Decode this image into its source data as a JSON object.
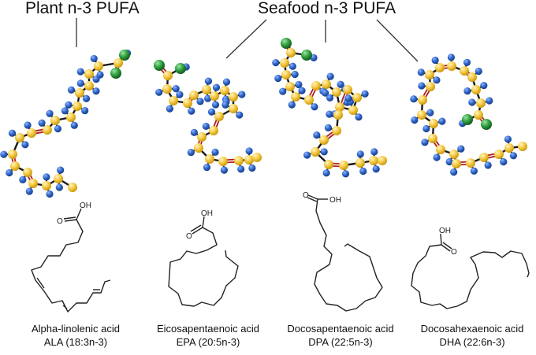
{
  "titles": {
    "plant": "Plant n-3 PUFA",
    "seafood": "Seafood n-3 PUFA"
  },
  "colors": {
    "carbon": "#f5c842",
    "hydrogen": "#2f66c8",
    "oxygen": "#2e9e3c",
    "single_bond": "#1a1a1a",
    "double_bond": "#b01c1c",
    "skeletal_line": "#222222"
  },
  "acids": [
    {
      "id": "ala",
      "name": "Alpha-linolenic acid",
      "label": "ALA (18:3n-3)",
      "group": "plant",
      "oh": "OH",
      "o": "O"
    },
    {
      "id": "epa",
      "name": "Eicosapentaenoic acid",
      "label": "EPA (20:5n-3)",
      "group": "seafood",
      "oh": "OH",
      "o": "O"
    },
    {
      "id": "dpa",
      "name": "Docosapentaenoic acid",
      "label": "DPA (22:5n-3)",
      "group": "seafood",
      "oh": "OH",
      "o": "O"
    },
    {
      "id": "dha",
      "name": "Docosahexaenoic acid",
      "label": "DHA (22:6n-3)",
      "group": "seafood",
      "oh": "OH",
      "o": "O"
    }
  ]
}
